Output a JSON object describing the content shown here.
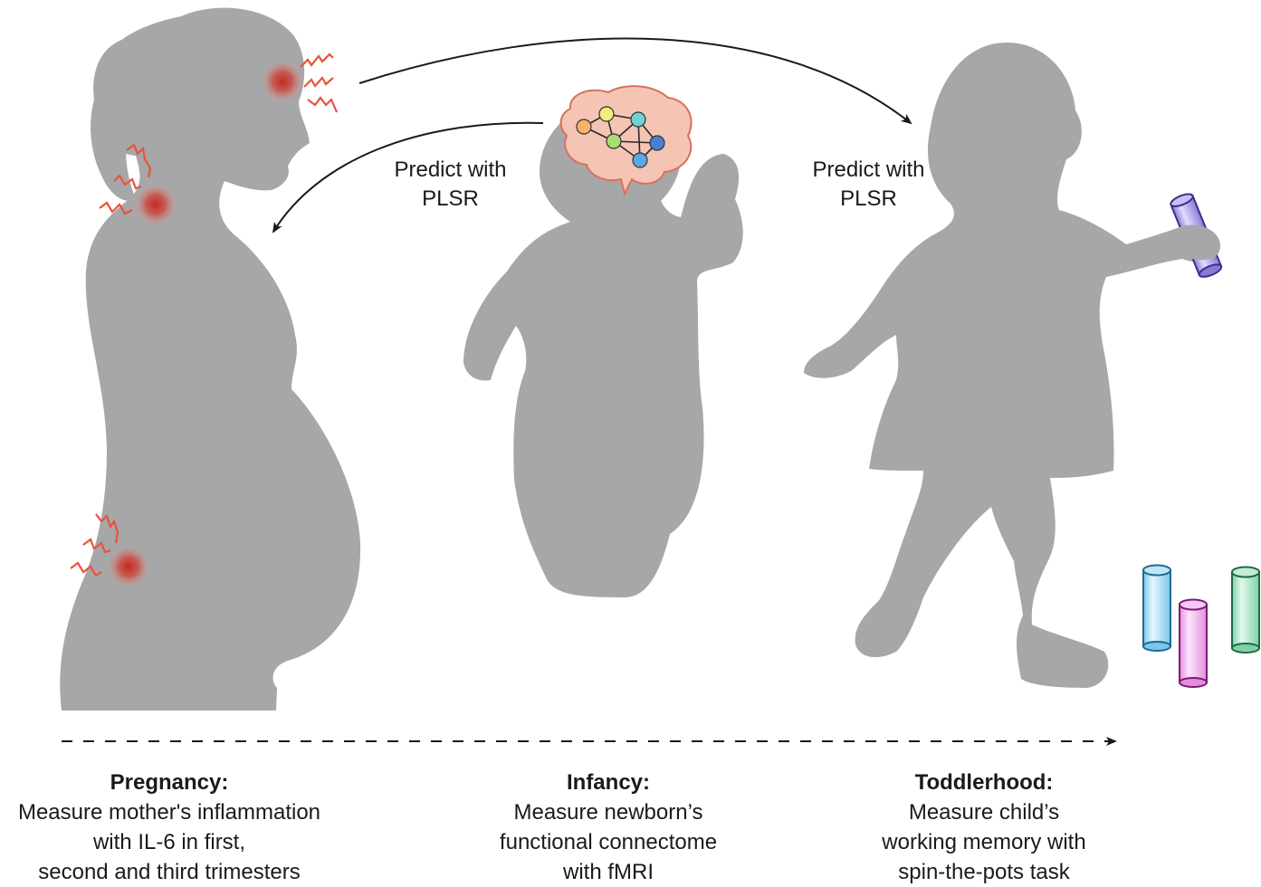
{
  "arrows": {
    "left_label": [
      "Predict with",
      "PLSR"
    ],
    "right_label": [
      "Predict with",
      "PLSR"
    ]
  },
  "stages": [
    {
      "heading": "Pregnancy:",
      "lines": [
        "Measure mother's inflammation",
        "with IL-6 in first,",
        "second and third trimesters"
      ]
    },
    {
      "heading": "Infancy:",
      "lines": [
        "Measure newborn’s",
        "functional connectome",
        "with fMRI"
      ]
    },
    {
      "heading": "Toddlerhood:",
      "lines": [
        "Measure child’s",
        "working memory with",
        "spin-the-pots task"
      ]
    }
  ],
  "colors": {
    "silhouette": "#a6a7a9",
    "inflammation": "#cc2a22",
    "zigzag": "#e8533b",
    "brain_fill": "#f5c4b4",
    "brain_stroke": "#d9705a",
    "arrow": "#1a1a1a"
  },
  "icons": {
    "brain": "brain-network-icon",
    "pots": "pot-icon"
  }
}
